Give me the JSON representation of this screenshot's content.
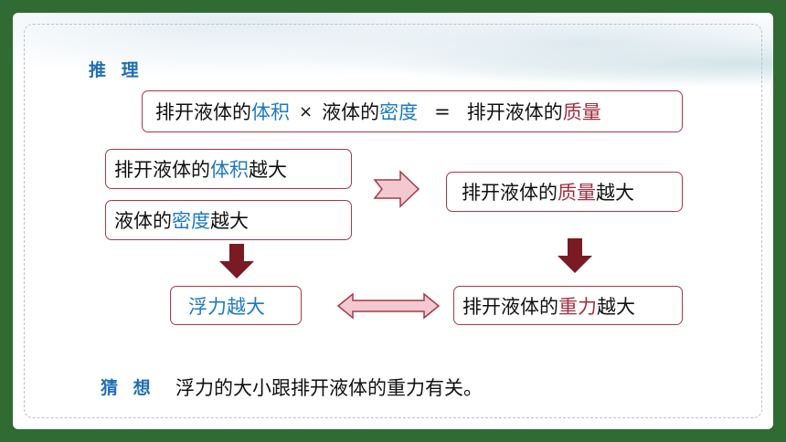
{
  "headings": {
    "reasoning": "推 理",
    "guess": "猜 想"
  },
  "formula": {
    "p1": "排开液体的",
    "p1_key": "体积",
    "times": "×",
    "p2": "液体的",
    "p2_key": "密度",
    "equals": "=",
    "p3": "排开液体的",
    "p3_key": "质量"
  },
  "boxes": {
    "volume": {
      "pre": "排开液体的",
      "key": "体积",
      "post": "越大"
    },
    "density": {
      "pre": "液体的",
      "key": "密度",
      "post": "越大"
    },
    "mass": {
      "pre": "排开液体的",
      "key": "质量",
      "post": "越大"
    },
    "buoyancy": {
      "text": "浮力越大"
    },
    "weight": {
      "pre": "排开液体的",
      "key": "重力",
      "post": "越大"
    }
  },
  "conclusion": "浮力的大小跟排开液体的重力有关。",
  "colors": {
    "blue": "#1c79c0",
    "red": "#a2303f",
    "border": "#a33a4a",
    "green": "#2f6b32",
    "arrow_dark": "#7a1a22",
    "arrow_light": "#f3c9cf"
  }
}
